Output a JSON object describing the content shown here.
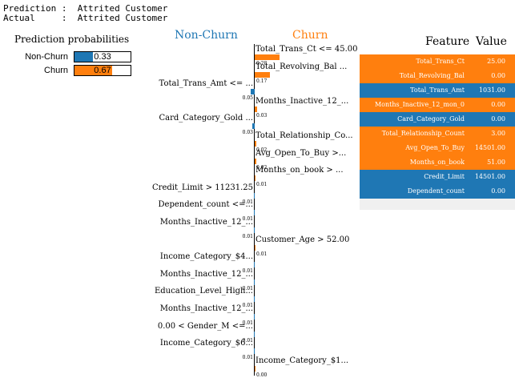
{
  "header": {
    "prediction_label": "Prediction :",
    "prediction_value": "Attrited Customer",
    "actual_label": "Actual     :",
    "actual_value": "Attrited Customer"
  },
  "probabilities": {
    "title": "Prediction probabilities",
    "items": [
      {
        "label": "Non-Churn",
        "value": "0.33",
        "fraction": 0.33,
        "color": "#1f77b4"
      },
      {
        "label": "Churn",
        "value": "0.67",
        "fraction": 0.67,
        "color": "#ff7f0e"
      }
    ]
  },
  "explanation": {
    "negative_class": "Non-Churn",
    "positive_class": "Churn",
    "colors": {
      "negative": "#1f77b4",
      "positive": "#ff7f0e"
    },
    "features": [
      {
        "label": "Total_Trans_Ct <= 45.00",
        "weight": 0.28,
        "value_text": "0.28",
        "side": "right"
      },
      {
        "label": "Total_Revolving_Bal ...",
        "weight": 0.17,
        "value_text": "0.17",
        "side": "right"
      },
      {
        "label": "Total_Trans_Amt <= ...",
        "weight": 0.05,
        "value_text": "0.05",
        "side": "left"
      },
      {
        "label": "Months_Inactive_12_...",
        "weight": 0.03,
        "value_text": "0.03",
        "side": "right"
      },
      {
        "label": "Card_Category_Gold ...",
        "weight": 0.03,
        "value_text": "0.03",
        "side": "left"
      },
      {
        "label": "Total_Relationship_Co...",
        "weight": 0.02,
        "value_text": "0.02",
        "side": "right"
      },
      {
        "label": "Avg_Open_To_Buy >...",
        "weight": 0.02,
        "value_text": "0.02",
        "side": "right"
      },
      {
        "label": "Months_on_book > ...",
        "weight": 0.01,
        "value_text": "0.01",
        "side": "right"
      },
      {
        "label": "Credit_Limit > 11231.25",
        "weight": 0.01,
        "value_text": "0.01",
        "side": "left"
      },
      {
        "label": "Dependent_count <=...",
        "weight": 0.01,
        "value_text": "0.01",
        "side": "left"
      },
      {
        "label": "Months_Inactive_12_...",
        "weight": 0.01,
        "value_text": "0.01",
        "side": "left"
      },
      {
        "label": "Customer_Age > 52.00",
        "weight": 0.01,
        "value_text": "0.01",
        "side": "right"
      },
      {
        "label": "Income_Category_$4...",
        "weight": 0.01,
        "value_text": "0.01",
        "side": "left"
      },
      {
        "label": "Months_Inactive_12_...",
        "weight": 0.01,
        "value_text": "0.01",
        "side": "left"
      },
      {
        "label": "Education_Level_High...",
        "weight": 0.01,
        "value_text": "0.01",
        "side": "left"
      },
      {
        "label": "Months_Inactive_12_...",
        "weight": 0.01,
        "value_text": "0.01",
        "side": "left"
      },
      {
        "label": "0.00 < Gender_M <=...",
        "weight": 0.01,
        "value_text": "0.01",
        "side": "left"
      },
      {
        "label": "Income_Category_$6...",
        "weight": 0.01,
        "value_text": "0.01",
        "side": "left"
      },
      {
        "label": "Income_Category_$1...",
        "weight": 0.0,
        "value_text": "0.00",
        "side": "right"
      }
    ]
  },
  "feature_table": {
    "header_feature": "Feature",
    "header_value": "Value",
    "rows": [
      {
        "feature": "Total_Trans_Ct",
        "value": "25.00",
        "color": "#ff7f0e"
      },
      {
        "feature": "Total_Revolving_Bal",
        "value": "0.00",
        "color": "#ff7f0e"
      },
      {
        "feature": "Total_Trans_Amt",
        "value": "1031.00",
        "color": "#1f77b4"
      },
      {
        "feature": "Months_Inactive_12_mon_0",
        "value": "0.00",
        "color": "#ff7f0e"
      },
      {
        "feature": "Card_Category_Gold",
        "value": "0.00",
        "color": "#1f77b4"
      },
      {
        "feature": "Total_Relationship_Count",
        "value": "3.00",
        "color": "#ff7f0e"
      },
      {
        "feature": "Avg_Open_To_Buy",
        "value": "14501.00",
        "color": "#ff7f0e"
      },
      {
        "feature": "Months_on_book",
        "value": "51.00",
        "color": "#ff7f0e"
      },
      {
        "feature": "Credit_Limit",
        "value": "14501.00",
        "color": "#1f77b4"
      },
      {
        "feature": "Dependent_count",
        "value": "0.00",
        "color": "#1f77b4"
      }
    ]
  }
}
